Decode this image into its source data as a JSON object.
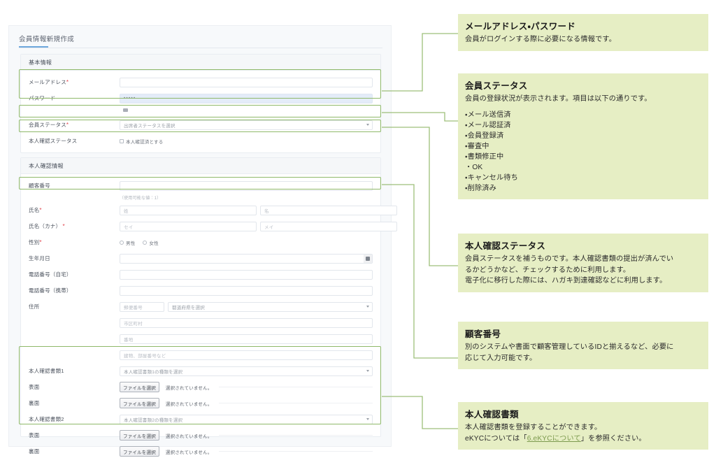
{
  "app": {
    "page_title": "会員情報新規作成",
    "sections": [
      {
        "heading": "基本情報",
        "rows": [
          {
            "label": "メールアドレス",
            "required": true,
            "type": "text",
            "value": "",
            "placeholder": ""
          },
          {
            "label": "パスワード",
            "required": false,
            "type": "password",
            "value": "•••••",
            "placeholder": ""
          },
          {
            "label": "会員ステータス",
            "required": true,
            "type": "select",
            "value": "出席者ステータスを選択"
          },
          {
            "label": "本人確認ステータス",
            "required": false,
            "type": "checkbox",
            "checkbox_label": "本人確認済とする"
          }
        ]
      },
      {
        "heading": "本人確認情報",
        "rows": [
          {
            "label": "顧客番号",
            "required": false,
            "type": "text",
            "placeholder": "",
            "hint": "（使用可能な値：1）"
          },
          {
            "label": "氏名",
            "required": true,
            "type": "pair",
            "placeholder_left": "姓",
            "placeholder_right": "名"
          },
          {
            "label": "氏名（カナ）",
            "required": true,
            "type": "pair",
            "placeholder_left": "セイ",
            "placeholder_right": "メイ"
          },
          {
            "label": "性別",
            "required": true,
            "type": "radio",
            "options": [
              "男性",
              "女性"
            ]
          },
          {
            "label": "生年月日",
            "required": false,
            "type": "date",
            "placeholder": ""
          },
          {
            "label": "電話番号（自宅）",
            "required": false,
            "type": "text",
            "placeholder": ""
          },
          {
            "label": "電話番号（携帯）",
            "required": false,
            "type": "text",
            "placeholder": ""
          },
          {
            "label": "住所",
            "required": false,
            "type": "address",
            "zip_placeholder": "郵便番号",
            "pref_placeholder": "都道府県を選択",
            "city_placeholder": "市区町村",
            "street_placeholder": "番地",
            "building_placeholder": "建物、部屋番号など"
          },
          {
            "label": "本人確認書類1",
            "required": false,
            "type": "select",
            "value": "本人確認書類1の種類を選択"
          },
          {
            "label": "表面",
            "required": false,
            "type": "file",
            "button": "ファイルを選択",
            "status": "選択されていません。"
          },
          {
            "label": "裏面",
            "required": false,
            "type": "file",
            "button": "ファイルを選択",
            "status": "選択されていません。"
          },
          {
            "label": "本人確認書類2",
            "required": false,
            "type": "select",
            "value": "本人確認書類2の種類を選択"
          },
          {
            "label": "表面",
            "required": false,
            "type": "file",
            "button": "ファイルを選択",
            "status": "選択されていません。"
          },
          {
            "label": "裏面",
            "required": false,
            "type": "file",
            "button": "ファイルを選択",
            "status": "選択されていません。"
          }
        ]
      }
    ]
  },
  "annotations": [
    {
      "title": "メールアドレス・パスワード",
      "lines": [
        "会員がログインする際に必要になる情報です。"
      ],
      "list": []
    },
    {
      "title": "会員ステータス",
      "lines": [
        "会員の登録状況が表示されます。項目は以下の通りです。"
      ],
      "list": [
        "・メール送信済",
        "・メール認証済",
        "・会員登録済",
        "・審査中",
        "・書類修正中",
        "・OK",
        "・キャンセル待ち",
        "・削除済み"
      ]
    },
    {
      "title": "本人確認ステータス",
      "lines": [
        "会員ステータスを補うものです。本人確認書類の提出が済んでい",
        "るかどうかなど、チェックするために利用します。",
        "電子化に移行した際には、ハガキ到達確認などに利用します。"
      ],
      "list": []
    },
    {
      "title": "顧客番号",
      "lines": [
        "別のシステムや書面で顧客管理しているIDと揃えるなど、必要に",
        "応じて入力可能です。"
      ],
      "list": []
    },
    {
      "title": "本人確認書類",
      "lines": [
        "本人確認書類を登録することができます。"
      ],
      "link_line": {
        "before": "eKYCについては「",
        "link": "6.eKYCについて",
        "after": "」を参照ください。"
      },
      "list": []
    }
  ],
  "colors": {
    "highlight_border": "#8fb96a",
    "note_background": "#e6eec4",
    "connector": "#9dbf7a",
    "required_marker": "#e0404a",
    "title_underline": "#6ea8dc"
  }
}
